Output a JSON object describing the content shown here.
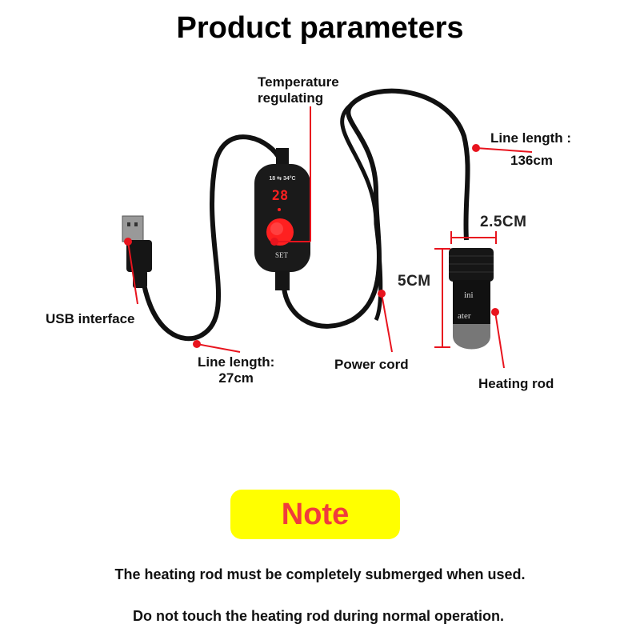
{
  "title": "Product parameters",
  "controller": {
    "range": "18 ⇆ 34°C",
    "display": "28",
    "button": "SET"
  },
  "labels": {
    "temperature_regulating": [
      "Temperature",
      "regulating"
    ],
    "line_length_long": [
      "Line length :",
      "136cm"
    ],
    "usb_interface": "USB interface",
    "line_length_short": [
      "Line length:",
      "27cm"
    ],
    "power_cord": "Power cord",
    "heating_rod": "Heating rod"
  },
  "dimensions": {
    "width": "2.5CM",
    "height": "5CM"
  },
  "rod_print": [
    "ini",
    "ater"
  ],
  "note": {
    "heading": "Note",
    "lines": [
      "The heating rod must be completely submerged when used.",
      "Do not touch the heating rod during normal operation."
    ]
  },
  "colors": {
    "accent_red": "#e8141e",
    "note_bg": "#ffff00",
    "note_text": "#f03c3c"
  }
}
